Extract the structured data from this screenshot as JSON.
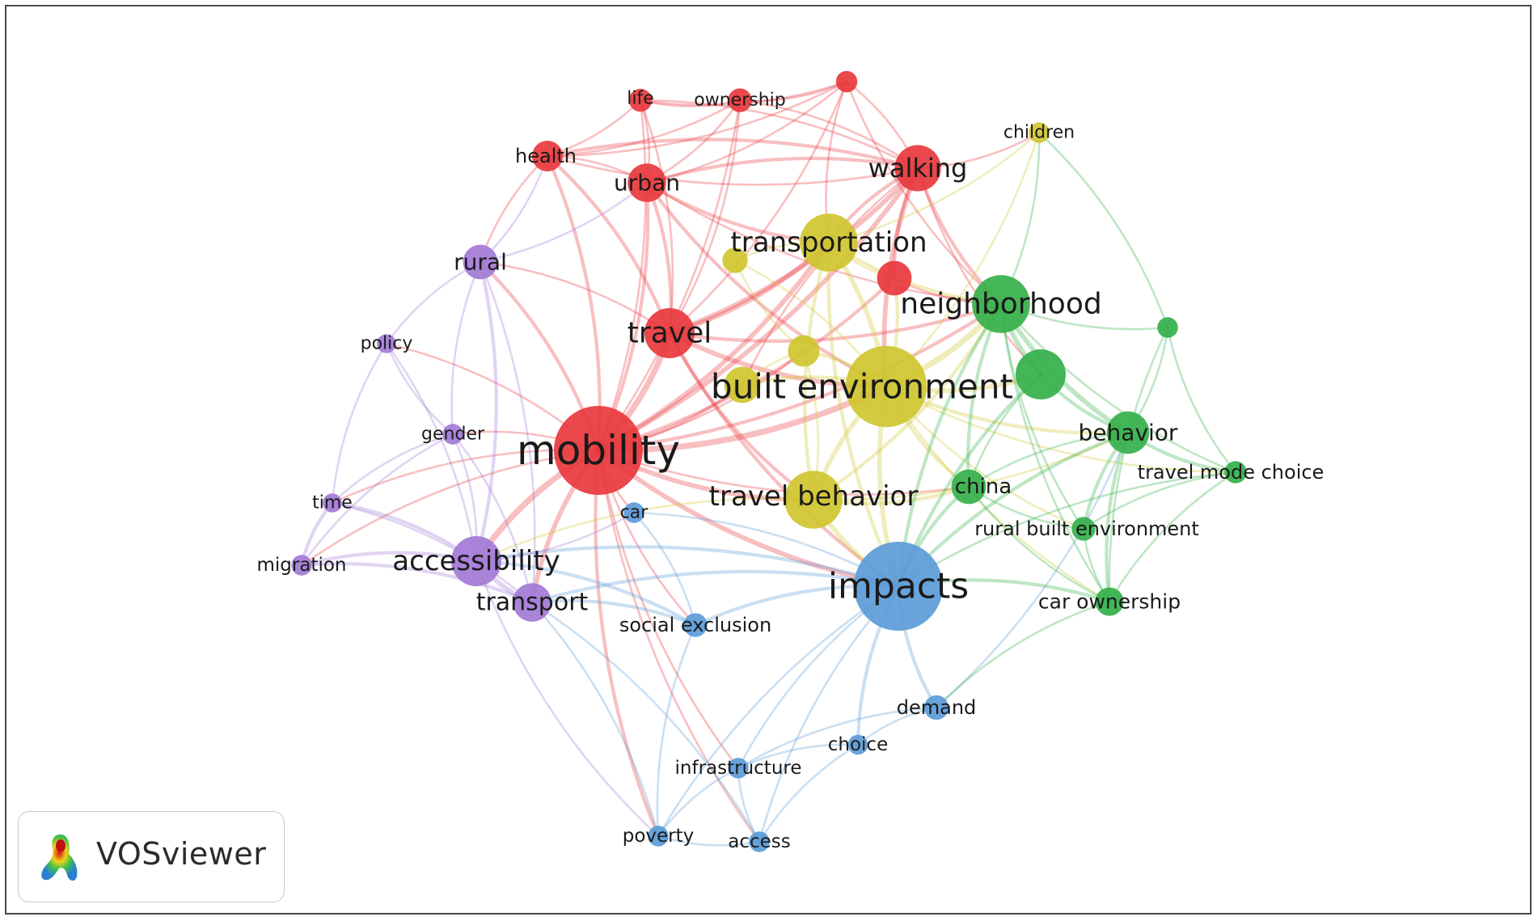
{
  "colors": {
    "red": "#e8383d",
    "yellow": "#cfc630",
    "green": "#35b04a",
    "blue": "#5b9bd8",
    "purple": "#a37ad6"
  },
  "brand": {
    "name": "VOSviewer",
    "icon": "vosviewer-logo-icon"
  },
  "nodes": [
    {
      "id": "mobility",
      "label": "mobility",
      "cluster": "red",
      "weight": 10
    },
    {
      "id": "travel",
      "label": "travel",
      "cluster": "red",
      "weight": 5
    },
    {
      "id": "walking",
      "label": "walking",
      "cluster": "red",
      "weight": 4.5
    },
    {
      "id": "urban",
      "label": "urban",
      "cluster": "red",
      "weight": 3.5
    },
    {
      "id": "health",
      "label": "health",
      "cluster": "red",
      "weight": 2.5
    },
    {
      "id": "life",
      "label": "life",
      "cluster": "red",
      "weight": 1.5
    },
    {
      "id": "ownership",
      "label": "ownership",
      "cluster": "red",
      "weight": 1.6
    },
    {
      "id": "red-unlabeled-top",
      "label": "",
      "cluster": "red",
      "weight": 1.3
    },
    {
      "id": "red-unlabeled-mid",
      "label": "",
      "cluster": "red",
      "weight": 3
    },
    {
      "id": "built-environment",
      "label": "built environment",
      "cluster": "yellow",
      "weight": 9
    },
    {
      "id": "transportation",
      "label": "transportation",
      "cluster": "yellow",
      "weight": 6
    },
    {
      "id": "travel-behavior",
      "label": "travel behavior",
      "cluster": "yellow",
      "weight": 6
    },
    {
      "id": "children",
      "label": "children",
      "cluster": "yellow",
      "weight": 1.2
    },
    {
      "id": "yellow-unlabeled-a",
      "label": "",
      "cluster": "yellow",
      "weight": 1.8
    },
    {
      "id": "yellow-unlabeled-b",
      "label": "",
      "cluster": "yellow",
      "weight": 2.6
    },
    {
      "id": "yellow-unlabeled-c",
      "label": "",
      "cluster": "yellow",
      "weight": 3.2
    },
    {
      "id": "neighborhood",
      "label": "neighborhood",
      "cluster": "green",
      "weight": 6
    },
    {
      "id": "behavior",
      "label": "behavior",
      "cluster": "green",
      "weight": 4
    },
    {
      "id": "china",
      "label": "china",
      "cluster": "green",
      "weight": 3
    },
    {
      "id": "travel-mode-choice",
      "label": "travel mode choice",
      "cluster": "green",
      "weight": 1.4
    },
    {
      "id": "rural-built-environment",
      "label": "rural built environment",
      "cluster": "green",
      "weight": 1.6
    },
    {
      "id": "car-ownership",
      "label": "car ownership",
      "cluster": "green",
      "weight": 2.2
    },
    {
      "id": "green-unlabeled-a",
      "label": "",
      "cluster": "green",
      "weight": 5
    },
    {
      "id": "green-unlabeled-b",
      "label": "",
      "cluster": "green",
      "weight": 1.2
    },
    {
      "id": "impacts",
      "label": "impacts",
      "cluster": "blue",
      "weight": 10
    },
    {
      "id": "social-exclusion",
      "label": "social exclusion",
      "cluster": "blue",
      "weight": 1.6
    },
    {
      "id": "car",
      "label": "car",
      "cluster": "blue",
      "weight": 1.2
    },
    {
      "id": "demand",
      "label": "demand",
      "cluster": "blue",
      "weight": 1.7
    },
    {
      "id": "choice",
      "label": "choice",
      "cluster": "blue",
      "weight": 1.1
    },
    {
      "id": "infrastructure",
      "label": "infrastructure",
      "cluster": "blue",
      "weight": 1.2
    },
    {
      "id": "poverty",
      "label": "poverty",
      "cluster": "blue",
      "weight": 1.2
    },
    {
      "id": "access",
      "label": "access",
      "cluster": "blue",
      "weight": 1.2
    },
    {
      "id": "accessibility",
      "label": "accessibility",
      "cluster": "purple",
      "weight": 5
    },
    {
      "id": "transport",
      "label": "transport",
      "cluster": "purple",
      "weight": 3.5
    },
    {
      "id": "rural",
      "label": "rural",
      "cluster": "purple",
      "weight": 3
    },
    {
      "id": "policy",
      "label": "policy",
      "cluster": "purple",
      "weight": 1
    },
    {
      "id": "gender",
      "label": "gender",
      "cluster": "purple",
      "weight": 1.2
    },
    {
      "id": "time",
      "label": "time",
      "cluster": "purple",
      "weight": 1
    },
    {
      "id": "migration",
      "label": "migration",
      "cluster": "purple",
      "weight": 1.2
    }
  ],
  "links": [
    [
      "mobility",
      "travel",
      4
    ],
    [
      "mobility",
      "built-environment",
      4
    ],
    [
      "mobility",
      "impacts",
      3
    ],
    [
      "mobility",
      "accessibility",
      4
    ],
    [
      "mobility",
      "transport",
      3
    ],
    [
      "mobility",
      "walking",
      3
    ],
    [
      "mobility",
      "urban",
      2
    ],
    [
      "mobility",
      "health",
      2
    ],
    [
      "mobility",
      "rural",
      2
    ],
    [
      "mobility",
      "transportation",
      3
    ],
    [
      "mobility",
      "travel-behavior",
      3
    ],
    [
      "mobility",
      "neighborhood",
      2
    ],
    [
      "mobility",
      "gender",
      1
    ],
    [
      "mobility",
      "time",
      1
    ],
    [
      "mobility",
      "migration",
      1
    ],
    [
      "mobility",
      "policy",
      1
    ],
    [
      "mobility",
      "life",
      1
    ],
    [
      "mobility",
      "ownership",
      1
    ],
    [
      "mobility",
      "social-exclusion",
      1
    ],
    [
      "mobility",
      "car",
      1
    ],
    [
      "mobility",
      "poverty",
      2
    ],
    [
      "mobility",
      "access",
      1
    ],
    [
      "mobility",
      "infrastructure",
      1
    ],
    [
      "mobility",
      "china",
      1
    ],
    [
      "mobility",
      "red-unlabeled-mid",
      2
    ],
    [
      "mobility",
      "yellow-unlabeled-c",
      2
    ],
    [
      "mobility",
      "yellow-unlabeled-b",
      1
    ],
    [
      "travel",
      "walking",
      3
    ],
    [
      "travel",
      "urban",
      2
    ],
    [
      "travel",
      "built-environment",
      3
    ],
    [
      "travel",
      "transportation",
      3
    ],
    [
      "travel",
      "health",
      2
    ],
    [
      "travel",
      "neighborhood",
      2
    ],
    [
      "travel",
      "life",
      1
    ],
    [
      "travel",
      "ownership",
      1
    ],
    [
      "travel",
      "impacts",
      2
    ],
    [
      "travel",
      "travel-behavior",
      2
    ],
    [
      "travel",
      "red-unlabeled-top",
      1
    ],
    [
      "travel",
      "rural",
      1
    ],
    [
      "walking",
      "transportation",
      2
    ],
    [
      "walking",
      "neighborhood",
      2
    ],
    [
      "walking",
      "built-environment",
      3
    ],
    [
      "walking",
      "urban",
      2
    ],
    [
      "walking",
      "health",
      2
    ],
    [
      "walking",
      "children",
      1
    ],
    [
      "walking",
      "red-unlabeled-top",
      1
    ],
    [
      "walking",
      "ownership",
      1
    ],
    [
      "walking",
      "life",
      1
    ],
    [
      "walking",
      "red-unlabeled-mid",
      2
    ],
    [
      "walking",
      "yellow-unlabeled-c",
      1
    ],
    [
      "walking",
      "green-unlabeled-a",
      1
    ],
    [
      "urban",
      "health",
      1
    ],
    [
      "urban",
      "life",
      1
    ],
    [
      "urban",
      "ownership",
      1
    ],
    [
      "urban",
      "transportation",
      2
    ],
    [
      "urban",
      "red-unlabeled-top",
      1
    ],
    [
      "urban",
      "built-environment",
      2
    ],
    [
      "urban",
      "neighborhood",
      1
    ],
    [
      "health",
      "life",
      1
    ],
    [
      "health",
      "ownership",
      1
    ],
    [
      "health",
      "red-unlabeled-top",
      1
    ],
    [
      "health",
      "walking",
      1
    ],
    [
      "health",
      "rural",
      1
    ],
    [
      "life",
      "ownership",
      1
    ],
    [
      "life",
      "red-unlabeled-top",
      1
    ],
    [
      "ownership",
      "red-unlabeled-top",
      1
    ],
    [
      "red-unlabeled-top",
      "transportation",
      1
    ],
    [
      "red-unlabeled-top",
      "neighborhood",
      1
    ],
    [
      "built-environment",
      "neighborhood",
      4
    ],
    [
      "built-environment",
      "travel-behavior",
      3
    ],
    [
      "built-environment",
      "impacts",
      3
    ],
    [
      "built-environment",
      "transportation",
      3
    ],
    [
      "built-environment",
      "behavior",
      2
    ],
    [
      "built-environment",
      "china",
      2
    ],
    [
      "built-environment",
      "green-unlabeled-a",
      3
    ],
    [
      "built-environment",
      "red-unlabeled-mid",
      2
    ],
    [
      "built-environment",
      "yellow-unlabeled-a",
      1
    ],
    [
      "built-environment",
      "yellow-unlabeled-b",
      2
    ],
    [
      "built-environment",
      "yellow-unlabeled-c",
      2
    ],
    [
      "built-environment",
      "children",
      1
    ],
    [
      "built-environment",
      "travel-mode-choice",
      1
    ],
    [
      "built-environment",
      "rural-built-environment",
      1
    ],
    [
      "built-environment",
      "car-ownership",
      1
    ],
    [
      "transportation",
      "neighborhood",
      2
    ],
    [
      "transportation",
      "travel-behavior",
      2
    ],
    [
      "transportation",
      "children",
      1
    ],
    [
      "transportation",
      "yellow-unlabeled-a",
      1
    ],
    [
      "transportation",
      "impacts",
      2
    ],
    [
      "transportation",
      "red-unlabeled-mid",
      1
    ],
    [
      "travel-behavior",
      "impacts",
      3
    ],
    [
      "travel-behavior",
      "neighborhood",
      2
    ],
    [
      "travel-behavior",
      "china",
      2
    ],
    [
      "travel-behavior",
      "yellow-unlabeled-b",
      1
    ],
    [
      "travel-behavior",
      "accessibility",
      1
    ],
    [
      "travel-behavior",
      "behavior",
      1
    ],
    [
      "neighborhood",
      "behavior",
      3
    ],
    [
      "neighborhood",
      "green-unlabeled-a",
      3
    ],
    [
      "neighborhood",
      "china",
      2
    ],
    [
      "neighborhood",
      "impacts",
      2
    ],
    [
      "neighborhood",
      "children",
      1
    ],
    [
      "neighborhood",
      "green-unlabeled-b",
      1
    ],
    [
      "neighborhood",
      "travel-mode-choice",
      1
    ],
    [
      "neighborhood",
      "car-ownership",
      1
    ],
    [
      "neighborhood",
      "rural-built-environment",
      1
    ],
    [
      "behavior",
      "travel-mode-choice",
      2
    ],
    [
      "behavior",
      "car-ownership",
      2
    ],
    [
      "behavior",
      "rural-built-environment",
      2
    ],
    [
      "behavior",
      "green-unlabeled-b",
      1
    ],
    [
      "behavior",
      "china",
      1
    ],
    [
      "behavior",
      "impacts",
      2
    ],
    [
      "china",
      "impacts",
      2
    ],
    [
      "china",
      "car-ownership",
      1
    ],
    [
      "china",
      "rural-built-environment",
      1
    ],
    [
      "green-unlabeled-a",
      "behavior",
      2
    ],
    [
      "green-unlabeled-a",
      "impacts",
      2
    ],
    [
      "green-unlabeled-a",
      "china",
      1
    ],
    [
      "green-unlabeled-b",
      "travel-mode-choice",
      1
    ],
    [
      "green-unlabeled-b",
      "car-ownership",
      1
    ],
    [
      "green-unlabeled-b",
      "children",
      1
    ],
    [
      "travel-mode-choice",
      "car-ownership",
      1
    ],
    [
      "travel-mode-choice",
      "rural-built-environment",
      1
    ],
    [
      "travel-mode-choice",
      "impacts",
      1
    ],
    [
      "rural-built-environment",
      "car-ownership",
      1
    ],
    [
      "car-ownership",
      "impacts",
      2
    ],
    [
      "car-ownership",
      "demand",
      1
    ],
    [
      "impacts",
      "social-exclusion",
      2
    ],
    [
      "impacts",
      "demand",
      2
    ],
    [
      "impacts",
      "choice",
      2
    ],
    [
      "impacts",
      "infrastructure",
      1
    ],
    [
      "impacts",
      "poverty",
      1
    ],
    [
      "impacts",
      "access",
      1
    ],
    [
      "impacts",
      "car",
      1
    ],
    [
      "impacts",
      "accessibility",
      2
    ],
    [
      "impacts",
      "transport",
      2
    ],
    [
      "social-exclusion",
      "accessibility",
      2
    ],
    [
      "social-exclusion",
      "transport",
      2
    ],
    [
      "social-exclusion",
      "car",
      1
    ],
    [
      "social-exclusion",
      "poverty",
      1
    ],
    [
      "demand",
      "choice",
      1
    ],
    [
      "demand",
      "infrastructure",
      1
    ],
    [
      "demand",
      "behavior",
      1
    ],
    [
      "choice",
      "infrastructure",
      1
    ],
    [
      "choice",
      "access",
      1
    ],
    [
      "infrastructure",
      "poverty",
      1
    ],
    [
      "infrastructure",
      "access",
      1
    ],
    [
      "poverty",
      "access",
      1
    ],
    [
      "poverty",
      "transport",
      1
    ],
    [
      "access",
      "transport",
      1
    ],
    [
      "accessibility",
      "transport",
      3
    ],
    [
      "accessibility",
      "rural",
      2
    ],
    [
      "accessibility",
      "gender",
      1
    ],
    [
      "accessibility",
      "time",
      2
    ],
    [
      "accessibility",
      "migration",
      2
    ],
    [
      "accessibility",
      "policy",
      1
    ],
    [
      "accessibility",
      "car",
      1
    ],
    [
      "accessibility",
      "poverty",
      1
    ],
    [
      "transport",
      "rural",
      1
    ],
    [
      "transport",
      "migration",
      2
    ],
    [
      "transport",
      "time",
      1
    ],
    [
      "transport",
      "gender",
      1
    ],
    [
      "rural",
      "policy",
      1
    ],
    [
      "rural",
      "gender",
      1
    ],
    [
      "rural",
      "health",
      1
    ],
    [
      "rural",
      "urban",
      1
    ],
    [
      "policy",
      "gender",
      1
    ],
    [
      "policy",
      "time",
      1
    ],
    [
      "gender",
      "time",
      1
    ],
    [
      "gender",
      "migration",
      1
    ],
    [
      "time",
      "migration",
      2
    ],
    [
      "yellow-unlabeled-a",
      "yellow-unlabeled-b",
      1
    ],
    [
      "yellow-unlabeled-b",
      "yellow-unlabeled-c",
      1
    ],
    [
      "red-unlabeled-mid",
      "neighborhood",
      1
    ]
  ]
}
